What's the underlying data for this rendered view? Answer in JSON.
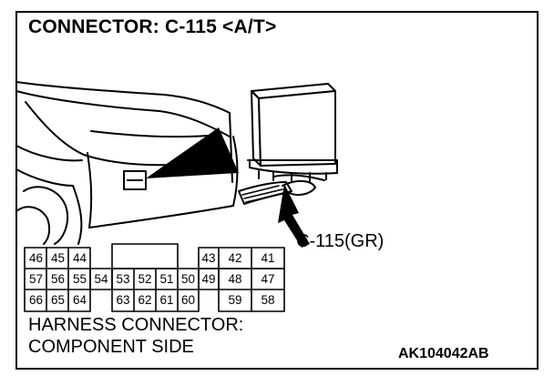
{
  "title": "CONNECTOR: C-115 <A/T>",
  "callout_label": "C-115(GR)",
  "caption": {
    "line1": "HARNESS CONNECTOR:",
    "line2": "COMPONENT SIDE"
  },
  "figure_code": "AK104042AB",
  "connector_pins": {
    "row1": [
      "46",
      "45",
      "44",
      "43",
      "42",
      "41"
    ],
    "row2": [
      "57",
      "56",
      "55",
      "54",
      "53",
      "52",
      "51",
      "50",
      "49",
      "48",
      "47"
    ],
    "row3": [
      "66",
      "65",
      "64",
      "63",
      "62",
      "61",
      "60",
      "59",
      "58"
    ]
  }
}
